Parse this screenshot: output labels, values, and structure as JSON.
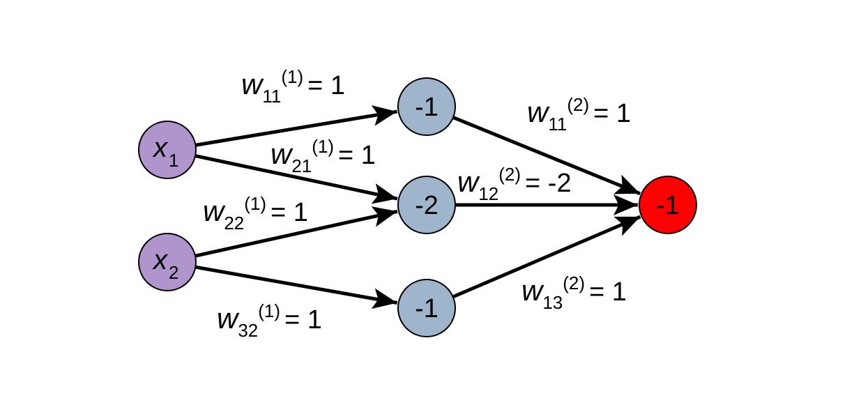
{
  "colors": {
    "input_fill": "#b094cc",
    "hidden_fill": "#9fb5cc",
    "output_fill": "#ff0000",
    "stroke": "#000000"
  },
  "nodes": {
    "input": [
      {
        "id": "x1",
        "var": "x",
        "sub": "1"
      },
      {
        "id": "x2",
        "var": "x",
        "sub": "2"
      }
    ],
    "hidden": [
      {
        "id": "h1",
        "value": "-1"
      },
      {
        "id": "h2",
        "value": "-2"
      },
      {
        "id": "h3",
        "value": "-1"
      }
    ],
    "output": [
      {
        "id": "o1",
        "value": "-1"
      }
    ]
  },
  "edges": [
    {
      "from": "x1",
      "to": "h1",
      "label": {
        "var": "w",
        "sub": "11",
        "sup": "(1)",
        "value": "1"
      }
    },
    {
      "from": "x1",
      "to": "h2",
      "label": {
        "var": "w",
        "sub": "21",
        "sup": "(1)",
        "value": "1"
      }
    },
    {
      "from": "x2",
      "to": "h2",
      "label": {
        "var": "w",
        "sub": "22",
        "sup": "(1)",
        "value": "1"
      }
    },
    {
      "from": "x2",
      "to": "h3",
      "label": {
        "var": "w",
        "sub": "32",
        "sup": "(1)",
        "value": "1"
      }
    },
    {
      "from": "h1",
      "to": "o1",
      "label": {
        "var": "w",
        "sub": "11",
        "sup": "(2)",
        "value": "1"
      }
    },
    {
      "from": "h2",
      "to": "o1",
      "label": {
        "var": "w",
        "sub": "12",
        "sup": "(2)",
        "value": "-2"
      }
    },
    {
      "from": "h3",
      "to": "o1",
      "label": {
        "var": "w",
        "sub": "13",
        "sup": "(2)",
        "value": "1"
      }
    }
  ]
}
